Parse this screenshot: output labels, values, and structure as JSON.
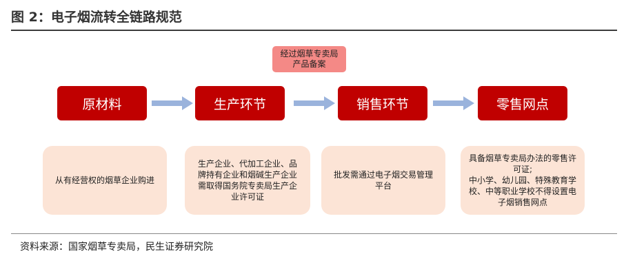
{
  "title": "图 2：电子烟流转全链路规范",
  "note": "经过烟草专卖局产品备案",
  "stages": [
    "原材料",
    "生产环节",
    "销售环节",
    "零售网点"
  ],
  "descriptions": [
    "从有经营权的烟草企业购进",
    "生产企业、代加工企业、品牌持有企业和烟碱生产企业需取得国务院专卖局生产企业许可证",
    "批发需通过电子烟交易管理平台",
    "具备烟草专卖局办法的零售许可证;\n中小学、幼儿园、特殊教育学校、中等职业学校不得设置电子烟销售网点"
  ],
  "source": "资料来源：国家烟草专卖局，民生证券研究院",
  "colors": {
    "stage_fill": "#c00000",
    "note_fill": "#f48986",
    "desc_fill": "#fce4d6",
    "arrow": "#9ab3dc"
  }
}
